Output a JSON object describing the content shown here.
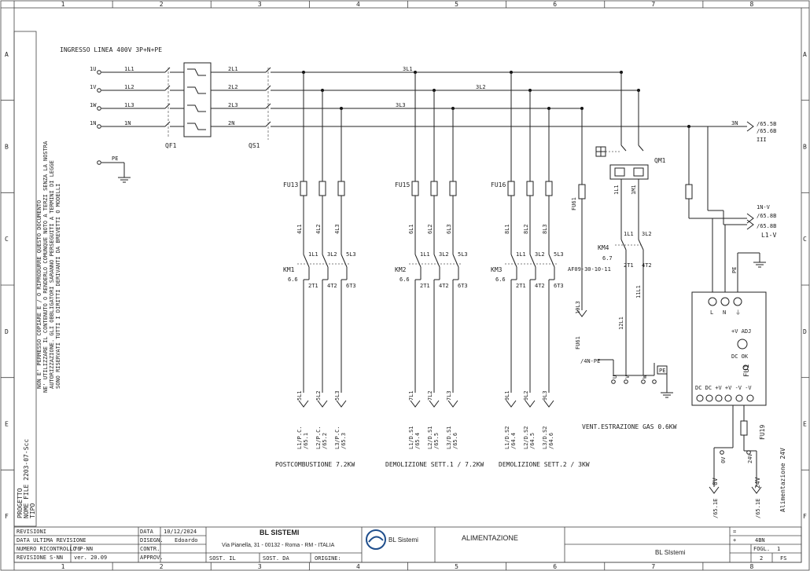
{
  "grid": {
    "columns": [
      "1",
      "2",
      "3",
      "4",
      "5",
      "6",
      "7",
      "8"
    ],
    "rows": [
      "A",
      "B",
      "C",
      "D",
      "E",
      "F"
    ]
  },
  "title_input": "INGRESSO LINEA 400V 3P+N+PE",
  "inputs": [
    "1U",
    "1V",
    "1W",
    "1N"
  ],
  "input_labels": [
    "1L1",
    "1L2",
    "1L3",
    "1N"
  ],
  "out_labels": [
    "2L1",
    "2L2",
    "2L3",
    "2N"
  ],
  "pe_label": "PE",
  "qf1": "QF1",
  "qs1": "QS1",
  "bus_labels": [
    "3L1",
    "3L2",
    "3L3",
    "3N"
  ],
  "bus_ref": [
    "/65.5B",
    "/65.6B",
    "III"
  ],
  "branches": [
    {
      "fuse": "FU13",
      "km": "KM1",
      "km_ref": "6.6",
      "wires": [
        "4L1",
        "4L2",
        "4L3"
      ],
      "terms_in": [
        "1L1",
        "3L2",
        "5L3"
      ],
      "terms_out": [
        "2T1",
        "4T2",
        "6T3"
      ],
      "outs": [
        "5L1",
        "5L2",
        "5L3"
      ],
      "ends": [
        "L1/P.C.",
        "L2/P.C.",
        "L3/P.C."
      ],
      "end_refs": [
        "/65.1",
        "/65.2",
        "/65.3"
      ],
      "caption": "POSTCOMBUSTIONE 7.2KW"
    },
    {
      "fuse": "FU15",
      "km": "KM2",
      "km_ref": "6.6",
      "wires": [
        "6L1",
        "6L2",
        "6L3"
      ],
      "terms_in": [
        "1L1",
        "3L2",
        "5L3"
      ],
      "terms_out": [
        "2T1",
        "4T2",
        "6T3"
      ],
      "outs": [
        "7L1",
        "7L2",
        "7L3"
      ],
      "ends": [
        "L1/D.S1",
        "L2/D.S1",
        "L3/D.S1"
      ],
      "end_refs": [
        "/65.4",
        "/65.5",
        "/65.6"
      ],
      "caption": "DEMOLIZIONE SETT.1 / 7.2KW"
    },
    {
      "fuse": "FU16",
      "km": "KM3",
      "km_ref": "6.6",
      "wires": [
        "8L1",
        "8L2",
        "8L3"
      ],
      "terms_in": [
        "1L1",
        "3L2",
        "5L3"
      ],
      "terms_out": [
        "2T1",
        "4T2",
        "6T3"
      ],
      "outs": [
        "9L1",
        "9L2",
        "9L3"
      ],
      "ends": [
        "L1/D.S2",
        "L2/D.S2",
        "L3/D.S2"
      ],
      "end_refs": [
        "/64.4",
        "/64.5",
        "/64.6"
      ],
      "caption": "DEMOLIZIONE SETT.2 / 3KW"
    }
  ],
  "fu61": "FU61",
  "fu61_wire": "10L3",
  "fu61_tag": "FU61",
  "neutral_tag": "/4N-PE",
  "qm1": "QM1",
  "qm1_terms": [
    "1L1",
    "1M1"
  ],
  "km4": "KM4",
  "km4_ref": "6.7",
  "km4_model": "AF09-30-10-11",
  "km4_terms_in": [
    "1L1",
    "3L2"
  ],
  "km4_terms_out": [
    "2T1",
    "4T2"
  ],
  "km4_wires": [
    "11L1",
    "12L1"
  ],
  "fan_terms": [
    "U",
    "V",
    "W",
    "PE"
  ],
  "fan_caption": "VENT.ESTRAZIONE GAS 0.6KW",
  "psu_tag": "FU1",
  "psu_top": [
    "L",
    "N",
    "⏚"
  ],
  "psu_adj": "+V ADJ",
  "psu_dc": "DC OK",
  "psu_bottom": "DC DC +V +V -V -V",
  "psu_right_tags": [
    "1N-V",
    "/65.8B",
    "L1-V",
    "/65.8B"
  ],
  "fu19": "FU19",
  "psu_out": [
    "0V",
    "24V"
  ],
  "psu_out_refs": [
    "/65.1E",
    "/65.1E"
  ],
  "psu_caption": "Alimentazione 24V",
  "side_notes": [
    "NON E' PERMESSO COPIARE E / O RIPRODURRE QUESTO DOCUMENTO",
    "NE' UTILIZZARE IL CONTENUTO O RENDERLO COMUNQUE NOTO A TERZI SENZA LA NOSTRA",
    "AUTORIZZAZIONE. GLI OBBLIGATORI SARANNO PERSEGUITI A TERMINI DI LEGGE",
    "SONO RISERVATI TUTTI I DIRITTI DERIVANTI DA BREVETTI O MODELLI"
  ],
  "side_project": [
    "PROGETTO",
    "NOME FILE  2203-07-Scc",
    "TIPO"
  ],
  "titleblock": {
    "rows_left": [
      "REVISIONI",
      "DATA ULTIMA REVISIONE",
      "NUMERO RICONTROLLO P-NN",
      "REVISIONE S-NN"
    ],
    "rev_val": "76",
    "ver_val": "ver. 20.09",
    "mid_keys": [
      "DATA",
      "DISEGN.",
      "CONTR.",
      "APPROV."
    ],
    "mid_vals": [
      "10/12/2024",
      "Edoardo",
      "",
      ""
    ],
    "sost": [
      "SOST. IL",
      "SOST. DA",
      "ORIGINE:"
    ],
    "company": "BL SISTEMI",
    "address": "Via Pianella, 31 - 00132 - Roma - RM - ITALIA",
    "logo": "BL Sistemi",
    "sheet_title": "ALIMENTAZIONE",
    "client": "BL SIstemi",
    "right_keys": [
      "=",
      "+"
    ],
    "right_vals": [
      "",
      "4BN"
    ],
    "foglio": "FOGL.",
    "foglio_val": "1",
    "foglio_num": "2",
    "foglio_tot": "FS"
  },
  "colors": {
    "ink": "#222222",
    "logo": "#1f4e8c"
  }
}
